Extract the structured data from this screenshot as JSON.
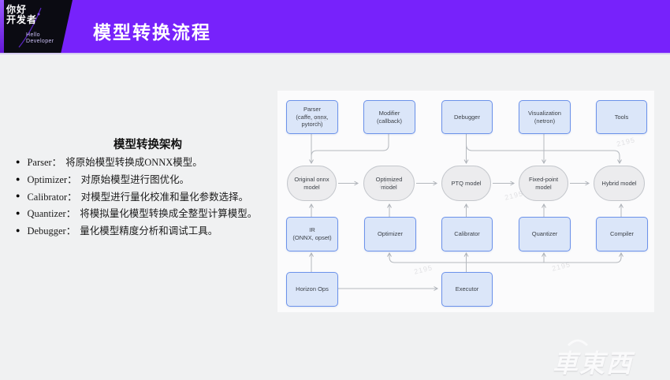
{
  "header": {
    "title": "模型转换流程",
    "logo": {
      "cn1": "你好",
      "cn2": "开发者",
      "en1": "Hello",
      "en2": "Developer"
    }
  },
  "content": {
    "heading": "模型转换架构",
    "bullets": [
      {
        "dot": "●",
        "term": "Parser：",
        "desc": "将原始模型转换成ONNX模型。"
      },
      {
        "dot": "●",
        "term": "Optimizer：",
        "desc": "对原始模型进行图优化。"
      },
      {
        "dot": "●",
        "term": "Calibrator：",
        "desc": "对模型进行量化校准和量化参数选择。"
      },
      {
        "dot": "●",
        "term": "Quantizer：",
        "desc": "将模拟量化模型转换成全整型计算模型。"
      },
      {
        "dot": "●",
        "term": "Debugger：",
        "desc": "量化模型精度分析和调试工具。"
      }
    ]
  },
  "diagram": {
    "top": [
      {
        "label": "Parser",
        "sub": "(caffe, onnx, pytorch)"
      },
      {
        "label": "Modifier",
        "sub": "(callback)"
      },
      {
        "label": "Debugger",
        "sub": ""
      },
      {
        "label": "Visualization",
        "sub": "(netron)"
      },
      {
        "label": "Tools",
        "sub": ""
      }
    ],
    "models": [
      "Original onnx model",
      "Optimized model",
      "PTQ model",
      "Fixed-point model",
      "Hybrid model"
    ],
    "tools_row": [
      {
        "label": "IR",
        "sub": "(ONNX, opset)"
      },
      {
        "label": "Optimizer",
        "sub": ""
      },
      {
        "label": "Calibrator",
        "sub": ""
      },
      {
        "label": "Quantizer",
        "sub": ""
      },
      {
        "label": "Compiler",
        "sub": ""
      }
    ],
    "bottom": [
      "Horizon Ops",
      "Executor"
    ]
  },
  "watermark": {
    "stamp": "2195",
    "logo": "車東西"
  },
  "colors": {
    "accent": "#7722fb",
    "node_blue_fill": "#dbe6f9",
    "node_blue_border": "#6c92ea",
    "model_fill": "#ececee",
    "model_border": "#c4c7cc",
    "arrow": "#aeb2b8"
  }
}
